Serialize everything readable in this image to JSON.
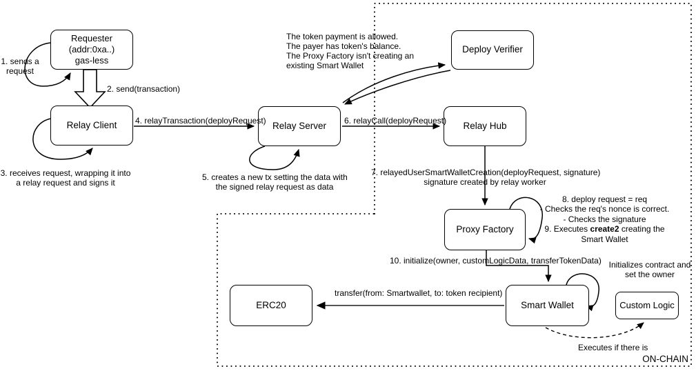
{
  "colors": {
    "line": "#000000",
    "transfer_line": "#3d3d3d",
    "background": "#ffffff"
  },
  "boxes": {
    "requester": {
      "lines": [
        "Requester",
        "(addr:0xa..)",
        "gas-less"
      ]
    },
    "relay_client": {
      "label": "Relay Client"
    },
    "relay_server": {
      "label": "Relay Server"
    },
    "deploy_verifier": {
      "label": "Deploy Verifier"
    },
    "relay_hub": {
      "label": "Relay Hub"
    },
    "proxy_factory": {
      "label": "Proxy Factory"
    },
    "erc20": {
      "label": "ERC20"
    },
    "smart_wallet": {
      "label": "Smart Wallet"
    },
    "custom_logic": {
      "label": "Custom Logic"
    }
  },
  "notes": {
    "step1": [
      "1. sends a",
      "request"
    ],
    "step2": "2. send(transaction)",
    "step3": [
      "3. receives request, wrapping it into",
      "a relay request and signs it"
    ],
    "step4": "4. relayTransaction(deployRequest)",
    "step5": [
      "5. creates a new tx setting the data with",
      "the signed relay request as data"
    ],
    "step6": "6. relayCall(deployRequest)",
    "step7": [
      "7. relayedUserSmartWalletCreation(deployRequest, signature)",
      "signature created by relay worker"
    ],
    "verifier_check": [
      "The token payment is allowed.",
      "The payer has token's balance.",
      "The Proxy Factory isn't creating an",
      "existing Smart Wallet"
    ],
    "step8_9": {
      "l1": "8. deploy request = req",
      "l2": "- Checks the req's nonce is correct.",
      "l3": "- Checks the signature",
      "l4_prefix": "9. Executes ",
      "l4_bold": "create2",
      "l4_suffix": " creating the",
      "l5": "Smart Wallet"
    },
    "step10": "10. initialize(owner, customLogicData, transferTokenData)",
    "init_note": [
      "Initializes contract and",
      "set the owner"
    ],
    "transfer_call": "transfer(from: Smartwallet, to: token recipient)",
    "executes_note": "Executes if there is",
    "onchain": "ON-CHAIN"
  }
}
